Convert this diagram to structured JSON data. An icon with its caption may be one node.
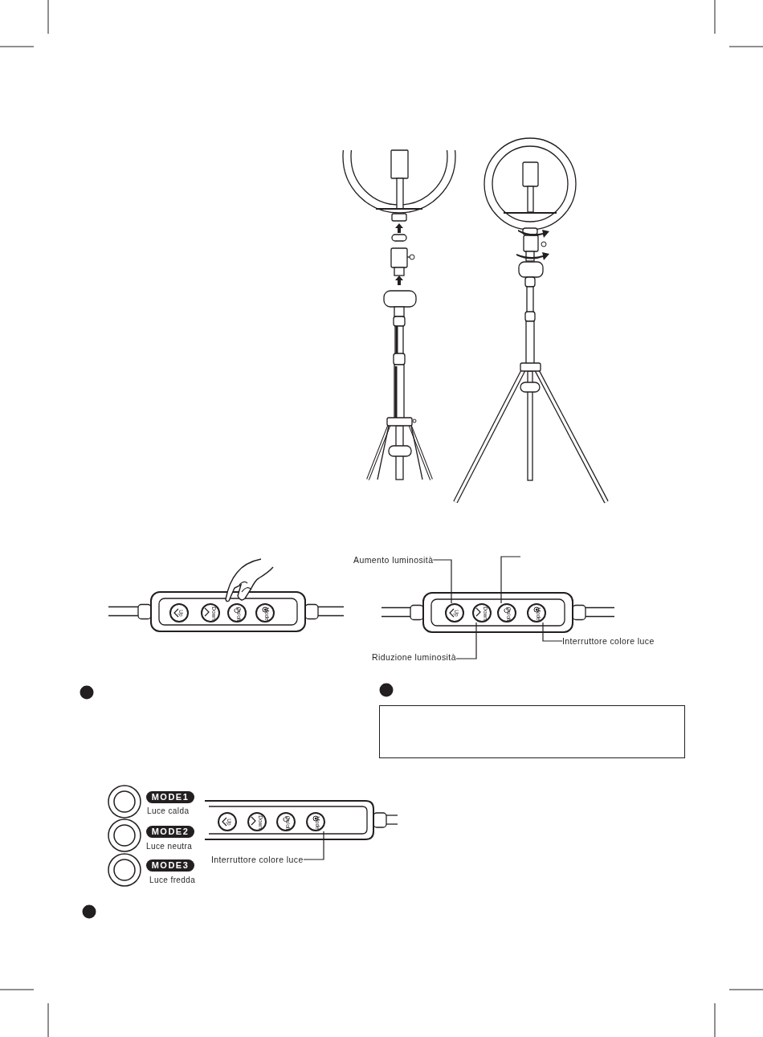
{
  "diagram": {
    "nodes": [
      {
        "text": [
          "Up"
        ]
      },
      {
        "text": [
          "Down"
        ]
      },
      {
        "text": [
          "On/off"
        ]
      },
      {
        "text": [
          "Mode"
        ]
      },
      {
        "text": [
          "Aumento luminosità"
        ]
      },
      {
        "text": [
          "Up"
        ]
      },
      {
        "text": [
          "Down"
        ]
      },
      {
        "text": [
          "On/off"
        ]
      },
      {
        "text": [
          "Mode"
        ]
      },
      {
        "text": [
          "Interruttore colore luce"
        ]
      },
      {
        "text": [
          "Riduzione luminosità"
        ]
      },
      {
        "text": [],
        "shape": "box"
      },
      {
        "text": [
          "MODE1"
        ],
        "beside": [
          "Luce calda"
        ]
      },
      {
        "text": [
          "MODE2"
        ],
        "beside": [
          "Luce neutra"
        ]
      },
      {
        "text": [
          "MODE3"
        ],
        "beside": [
          "Luce fredda"
        ]
      },
      {
        "text": [
          "Up"
        ]
      },
      {
        "text": [
          "Down"
        ]
      },
      {
        "text": [
          "On/off"
        ]
      },
      {
        "text": [
          "Mode"
        ]
      },
      {
        "text": [
          "Interruttore colore luce"
        ]
      }
    ],
    "edges": [
      {
        "from": 4,
        "to": 5,
        "arrow": "none"
      },
      {
        "from": null,
        "to": 7,
        "arrow": "none"
      },
      {
        "from": 9,
        "to": 8,
        "arrow": "none"
      },
      {
        "from": 10,
        "to": 6,
        "arrow": "none"
      },
      {
        "from": 19,
        "to": 18,
        "arrow": "none"
      }
    ]
  }
}
